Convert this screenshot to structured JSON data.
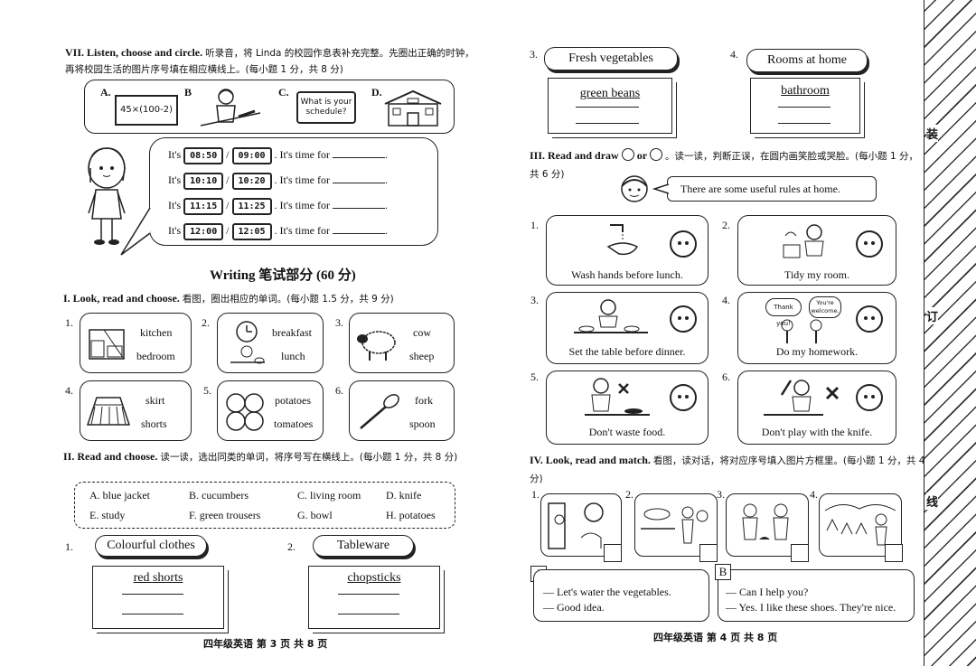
{
  "left": {
    "vii": {
      "heading": "VII. Listen, choose and circle.",
      "instruction": "听录音，将 Linda 的校园作息表补充完整。先圈出正确的时钟，再将校园生活的图片序号填在相应横线上。(每小题 1 分，共 8 分)",
      "options": [
        {
          "letter": "A.",
          "text": "45×(100-2)"
        },
        {
          "letter": "B",
          "text": ""
        },
        {
          "letter": "C.",
          "text": "What is your schedule?"
        },
        {
          "letter": "D.",
          "text": ""
        }
      ],
      "time_rows": [
        {
          "prefix": "It's",
          "t1": "08:50",
          "t2": "09:00",
          "suffix": ". It's time for"
        },
        {
          "prefix": "It's",
          "t1": "10:10",
          "t2": "10:20",
          "suffix": ". It's time for"
        },
        {
          "prefix": "It's",
          "t1": "11:15",
          "t2": "11:25",
          "suffix": ". It's time for"
        },
        {
          "prefix": "It's",
          "t1": "12:00",
          "t2": "12:05",
          "suffix": ". It's time for"
        }
      ],
      "slash": "/",
      "period": "."
    },
    "writing_title": "Writing 笔试部分 (60 分)",
    "part1": {
      "heading": "I. Look, read and choose.",
      "instruction": "看图，圈出相应的单词。(每小题 1.5 分，共 9 分)",
      "items": [
        {
          "num": "1.",
          "w1": "kitchen",
          "w2": "bedroom"
        },
        {
          "num": "2.",
          "w1": "breakfast",
          "w2": "lunch"
        },
        {
          "num": "3.",
          "w1": "cow",
          "w2": "sheep"
        },
        {
          "num": "4.",
          "w1": "skirt",
          "w2": "shorts"
        },
        {
          "num": "5.",
          "w1": "potatoes",
          "w2": "tomatoes"
        },
        {
          "num": "6.",
          "w1": "fork",
          "w2": "spoon"
        }
      ]
    },
    "part2": {
      "heading": "II. Read and choose.",
      "instruction": "读一读，选出同类的单词，将序号写在横线上。(每小题 1 分，共 8 分)",
      "options": [
        "A. blue jacket",
        "B. cucumbers",
        "C. living room",
        "D. knife",
        "E. study",
        "F. green trousers",
        "G. bowl",
        "H. potatoes"
      ],
      "groups": [
        {
          "num": "1.",
          "title": "Colourful clothes",
          "example": "red shorts"
        },
        {
          "num": "2.",
          "title": "Tableware",
          "example": "chopsticks"
        }
      ]
    },
    "footer": "四年级英语    第 3 页 共 8 页"
  },
  "right": {
    "groups": [
      {
        "num": "3.",
        "title": "Fresh vegetables",
        "example": "green beans"
      },
      {
        "num": "4.",
        "title": "Rooms at home",
        "example": "bathroom"
      }
    ],
    "part3": {
      "heading_a": "III. Read and draw",
      "heading_or": "or",
      "instruction": "。读一读，判断正误，在圆内画笑脸或哭脸。(每小题 1 分，共 6 分)",
      "speech": "There are some useful rules at home.",
      "items": [
        {
          "num": "1.",
          "caption": "Wash hands before lunch."
        },
        {
          "num": "2.",
          "caption": "Tidy my room."
        },
        {
          "num": "3.",
          "caption": "Set the table before dinner."
        },
        {
          "num": "4.",
          "caption": "Do my homework.",
          "bubble1": "Thank you!",
          "bubble2": "You're welcome."
        },
        {
          "num": "5.",
          "caption": "Don't waste food."
        },
        {
          "num": "6.",
          "caption": "Don't play with the knife."
        }
      ]
    },
    "part4": {
      "heading": "IV. Look, read and match.",
      "instruction": "看图，读对话，将对应序号填入图片方框里。(每小题 1 分，共 4 分)",
      "pics": [
        "1.",
        "2.",
        "3.",
        "4."
      ],
      "dialog_a": {
        "label": "A",
        "l1": "— Let's water the vegetables.",
        "l2": "— Good idea."
      },
      "dialog_b": {
        "label": "B",
        "l1": "— Can I help you?",
        "l2": "— Yes. I like these shoes. They're nice."
      }
    },
    "footer": "四年级英语    第 4 页 共 8 页"
  },
  "binder": [
    "装",
    "订",
    "线"
  ]
}
